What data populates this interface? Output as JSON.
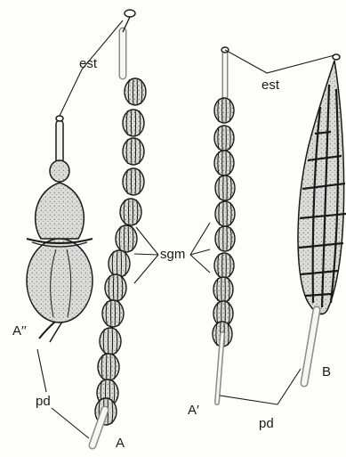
{
  "figure": {
    "labels": {
      "est": "est",
      "sgm": "sgm",
      "pd": "pd",
      "A": "A",
      "A_prime": "A′",
      "A_double_prime": "A′′",
      "B": "B"
    },
    "colors": {
      "ink": "#1a1a1a",
      "fruit_fill": "#d9d9d6",
      "background": "#fdfdfc"
    }
  }
}
